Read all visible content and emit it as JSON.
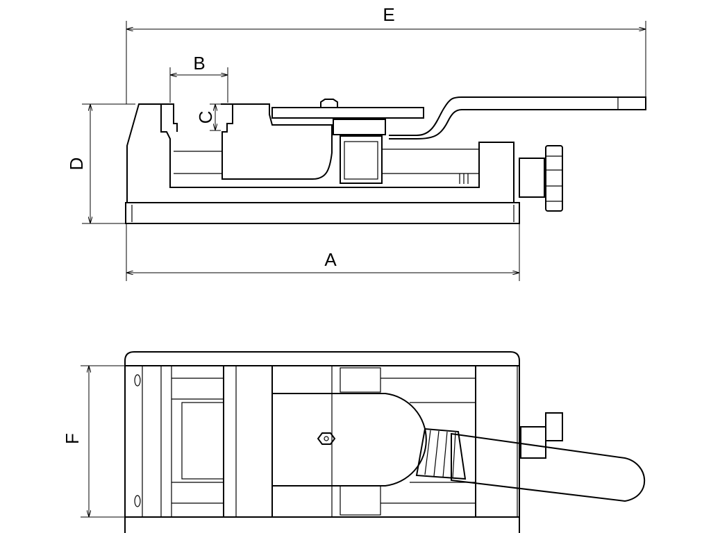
{
  "drawing": {
    "dimensions": {
      "a": "A",
      "b": "B",
      "c": "C",
      "d": "D",
      "e": "E",
      "f": "F"
    },
    "line_color": "#000000",
    "background": "#ffffff"
  }
}
